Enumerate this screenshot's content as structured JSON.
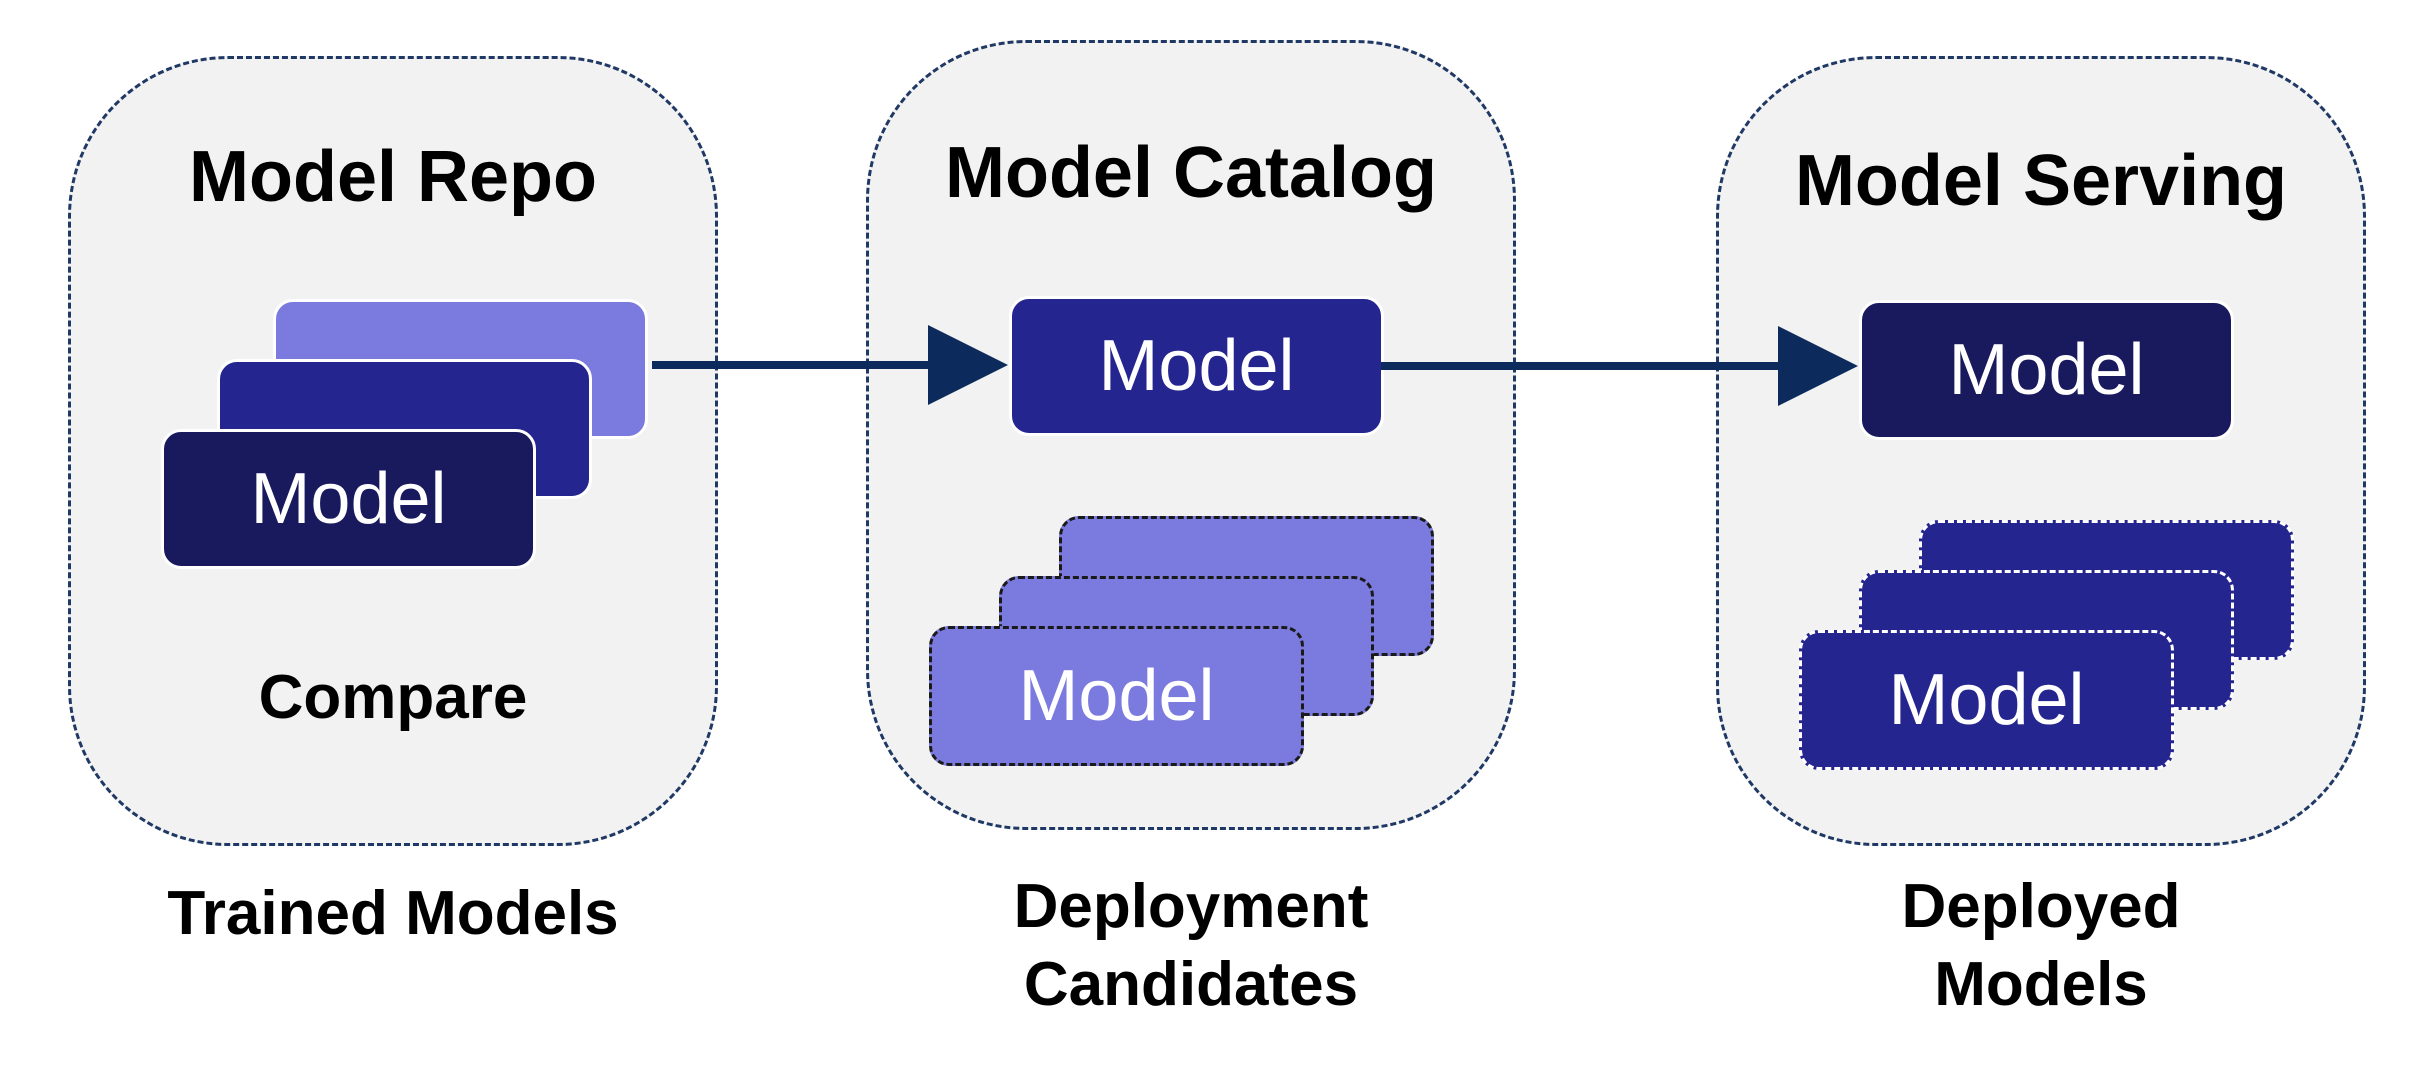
{
  "colors": {
    "panel_bg": "#f2f2f2",
    "panel_border": "#1f3864",
    "arrow": "#0d2a5c",
    "card_light": "#7b7bdf",
    "card_medium": "#25258f",
    "card_dark": "#19195e"
  },
  "repo": {
    "title": "Model Repo",
    "card_label": "Model",
    "note": "Compare",
    "caption": "Trained Models"
  },
  "catalog": {
    "title": "Model Catalog",
    "card_label": "Model",
    "stack_label": "Model",
    "caption_line1": "Deployment",
    "caption_line2": "Candidates"
  },
  "serving": {
    "title": "Model Serving",
    "card_label": "Model",
    "stack_label": "Model",
    "caption_line1": "Deployed",
    "caption_line2": "Models"
  }
}
